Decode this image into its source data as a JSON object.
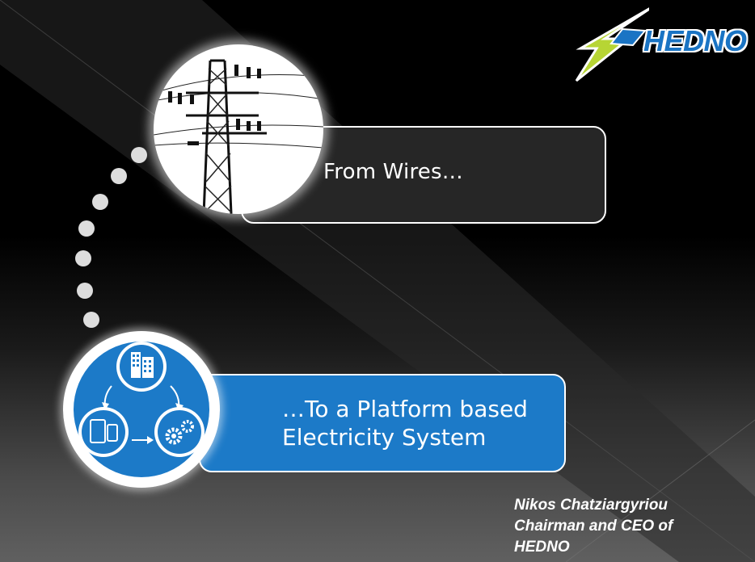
{
  "logo": {
    "text": "HEDNO",
    "colors": {
      "blue": "#1a74c4",
      "green": "#b7d534"
    }
  },
  "slide": {
    "from_text": "From Wires…",
    "to_text_line1": "…To a Platform based",
    "to_text_line2": "Electricity System"
  },
  "author": {
    "name": "Nikos Chatziargyriou",
    "title_line1": "Chairman and CEO of",
    "title_line2": "HEDNO"
  },
  "icons": [
    "power-pylon-icon",
    "building-icon",
    "mobile-devices-icon",
    "gears-icon"
  ],
  "colors": {
    "background": "#000000",
    "accent_blue": "#1c7ac8",
    "panel_dark": "#262626"
  }
}
